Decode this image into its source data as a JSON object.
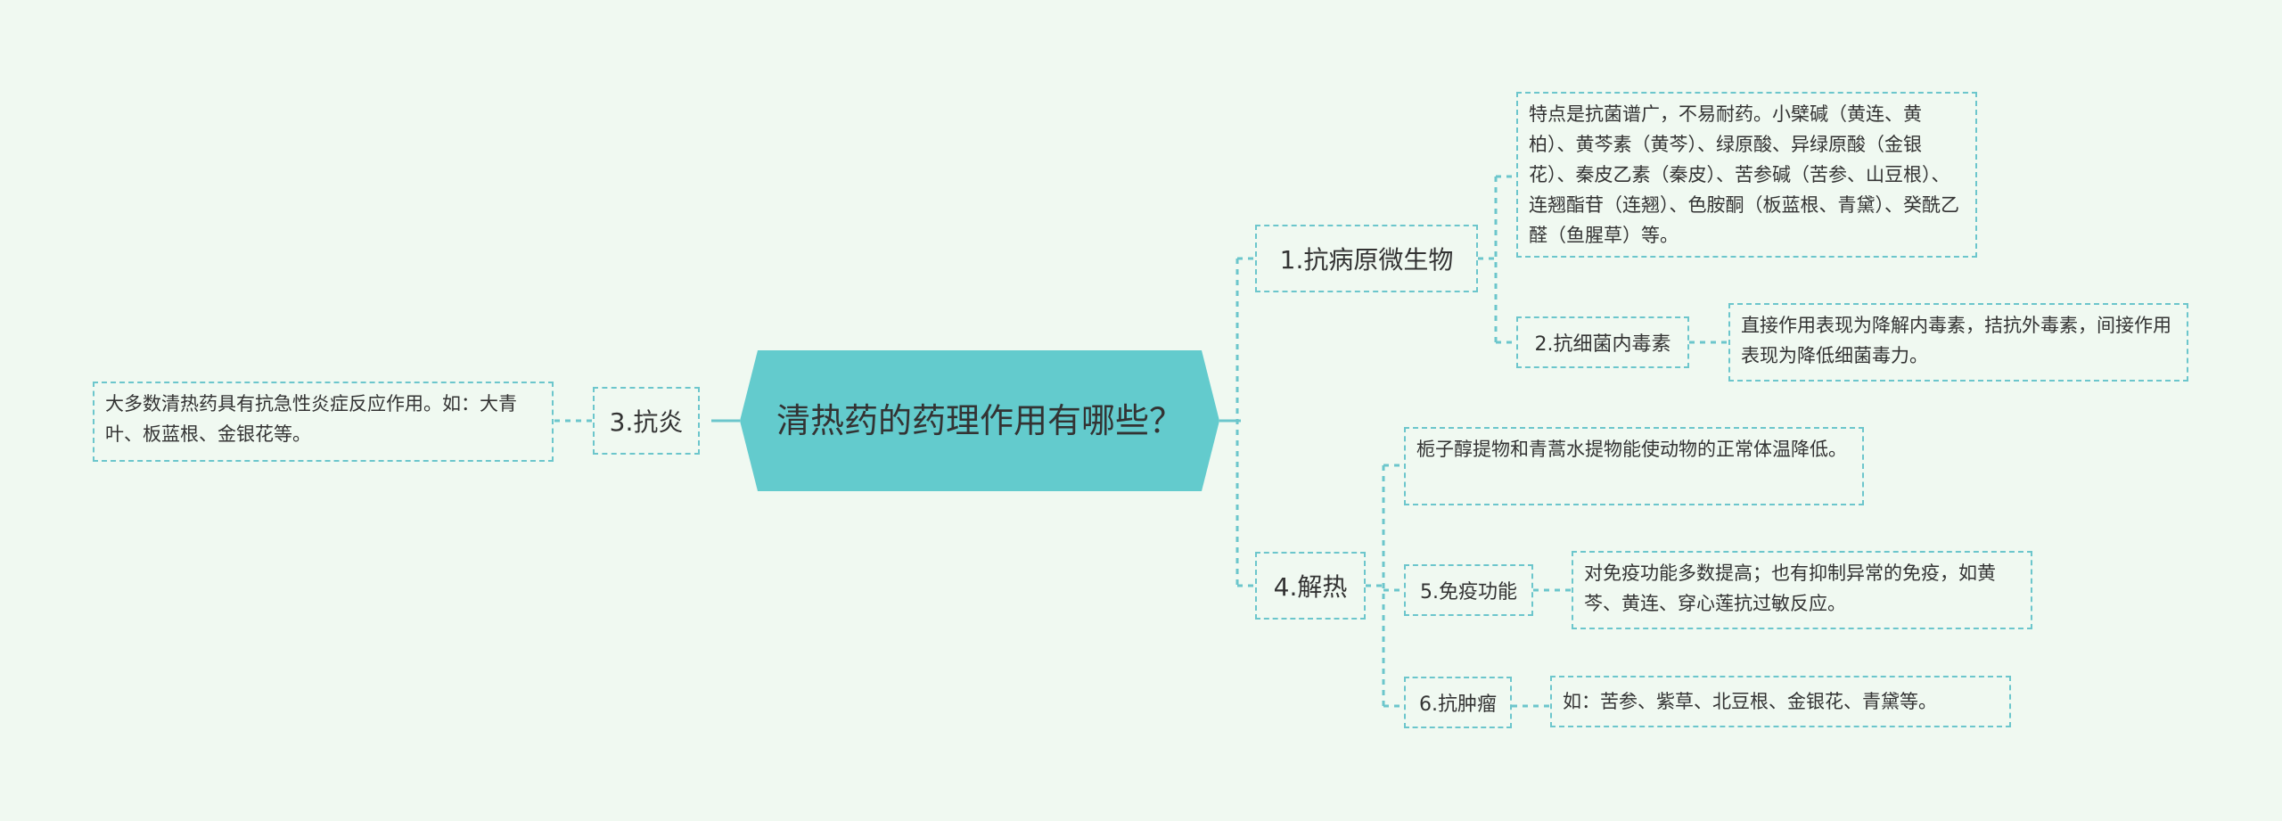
{
  "root": {
    "title": "清热药的药理作用有哪些？"
  },
  "branches": {
    "b1": {
      "label": "1.抗病原微生物",
      "leaf": "特点是抗菌谱广，不易耐药。小檗碱（黄连、黄柏）、黄芩素（黄芩）、绿原酸、异绿原酸（金银花）、秦皮乙素（秦皮）、苦参碱（苦参、山豆根）、连翘酯苷（连翘）、色胺酮（板蓝根、青黛）、癸酰乙醛（鱼腥草）等。",
      "sub": {
        "label": "2.抗细菌内毒素",
        "leaf": "直接作用表现为降解内毒素，拮抗外毒素，间接作用表现为降低细菌毒力。"
      }
    },
    "b3": {
      "label": "3.抗炎",
      "leaf": "大多数清热药具有抗急性炎症反应作用。如：大青叶、板蓝根、金银花等。"
    },
    "b4": {
      "label": "4.解热",
      "leaf": "栀子醇提物和青蒿水提物能使动物的正常体温降低。",
      "sub5": {
        "label": "5.免疫功能",
        "leaf": "对免疫功能多数提高；也有抑制异常的免疫，如黄芩、黄连、穿心莲抗过敏反应。"
      },
      "sub6": {
        "label": "6.抗肿瘤",
        "leaf": "如：苦参、紫草、北豆根、金银花、青黛等。"
      }
    }
  },
  "colors": {
    "background": "#f0f9f1",
    "root_fill": "#63cbcd",
    "line": "#6cc6cc",
    "text": "#333333"
  }
}
